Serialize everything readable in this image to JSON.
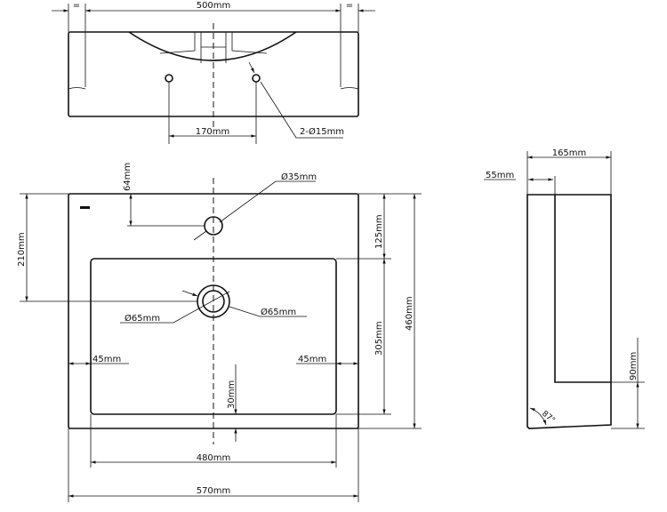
{
  "top_view": {
    "width_label": "500mm",
    "equal_left": "=",
    "equal_right": "=",
    "hole_spacing_label": "170mm",
    "hole_label": "2-Ø15mm"
  },
  "front_view": {
    "tap_hole_label": "Ø35mm",
    "tap_offset_label": "64mm",
    "drain_height_label": "210mm",
    "basin_top_label": "125mm",
    "basin_depth_label": "305mm",
    "total_depth_label": "460mm",
    "drain_label_left": "Ø65mm",
    "drain_label_right": "Ø65mm",
    "rim_left_label": "45mm",
    "rim_right_label": "45mm",
    "rim_front_label": "30mm",
    "basin_width_label": "480mm",
    "total_width_label": "570mm"
  },
  "side_view": {
    "height_label": "165mm",
    "top_thickness_label": "55mm",
    "bottom_label": "90mm",
    "angle_label": "87°"
  }
}
